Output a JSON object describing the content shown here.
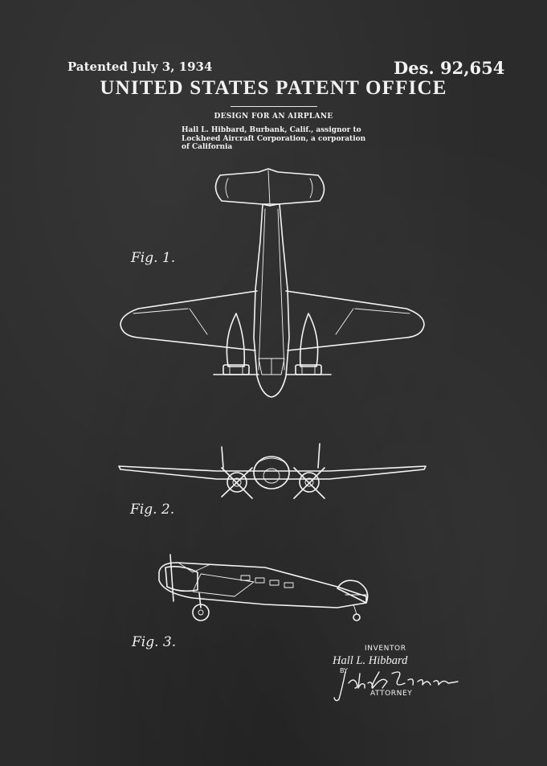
{
  "header": {
    "patented_date": "Patented July 3, 1934",
    "patent_number": "Des. 92,654",
    "office_title": "UNITED STATES PATENT OFFICE",
    "design_title": "DESIGN FOR AN AIRPLANE",
    "assignor_lines": [
      "Hall L. Hibbard, Burbank, Calif., assignor to",
      "Lockheed Aircraft Corporation, a corporation",
      "of California"
    ]
  },
  "figures": [
    {
      "label": "Fig. 1."
    },
    {
      "label": "Fig. 2."
    },
    {
      "label": "Fig. 3."
    }
  ],
  "signatures": {
    "inventor_caption": "INVENTOR",
    "inventor_name": "Hall L. Hibbard",
    "by_caption": "BY",
    "attorney_caption": "ATTORNEY"
  },
  "colors": {
    "background": "#2b2b2b",
    "ink": "#f4f4f4"
  }
}
